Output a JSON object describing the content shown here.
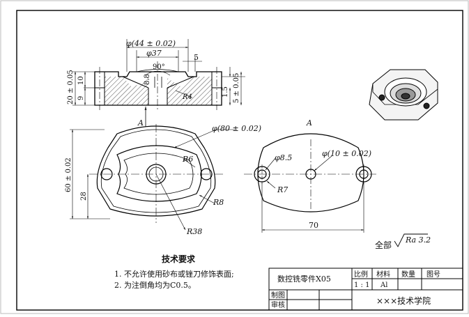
{
  "drawing": {
    "section_view": {
      "dims": {
        "dia_outer": "φ(44 ± 0.02)",
        "dia_inner": "φ37",
        "width_5": "5",
        "angle": "90°",
        "depth_88": "8.8",
        "radius_r4": "R4",
        "height_20": "20 ± 0.05",
        "height_10": "10",
        "height_9": "9",
        "depth_15": "1.5",
        "depth_5": "5 ± 0.05"
      },
      "label_a": "A"
    },
    "plan_view": {
      "dims": {
        "dia_80": "φ(80 ± 0.02)",
        "r6": "R6",
        "r8": "R8",
        "r38": "R38",
        "height_60": "60 ± 0.02",
        "height_28": "28"
      }
    },
    "view_a": {
      "label": "A",
      "dims": {
        "dia_85": "φ8.5",
        "dia_10": "φ(10 ± 0.02)",
        "r7": "R7",
        "width_70": "70"
      }
    },
    "surface_finish": {
      "prefix": "全部",
      "value": "Ra 3.2"
    },
    "tech_requirements": {
      "title": "技术要求",
      "items": [
        "1. 不允许使用砂布或锉刀修饰表面;",
        "2. 为注倒角均为C0.5。"
      ]
    },
    "title_block": {
      "part_name": "数控铣零件X05",
      "col_scale": "比例",
      "col_material": "材料",
      "col_qty": "数量",
      "col_drawing_no": "图号",
      "scale_value": "1 : 1",
      "material_value": "Al",
      "drawn_label": "制图",
      "checked_label": "审核",
      "school": "×××技术学院"
    }
  }
}
